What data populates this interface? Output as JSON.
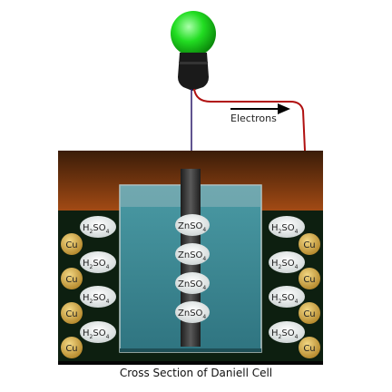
{
  "caption": "Cross Section of Daniell Cell",
  "electrons_label": "Electrons",
  "ions": {
    "zinc_sulfate": {
      "main": "ZnSO",
      "sub": "4"
    },
    "sulfuric_acid": {
      "main": "H",
      "sub1": "2",
      "mid": "SO",
      "sub2": "4"
    },
    "copper": "Cu"
  },
  "colors": {
    "bulb": "#22dd22",
    "wire": "#cc1111",
    "electrolyte": "#3f8f9a",
    "outer_solution": "#0d1f10",
    "copper": "#d4aa4a",
    "electrode": "#3a3a3a"
  }
}
